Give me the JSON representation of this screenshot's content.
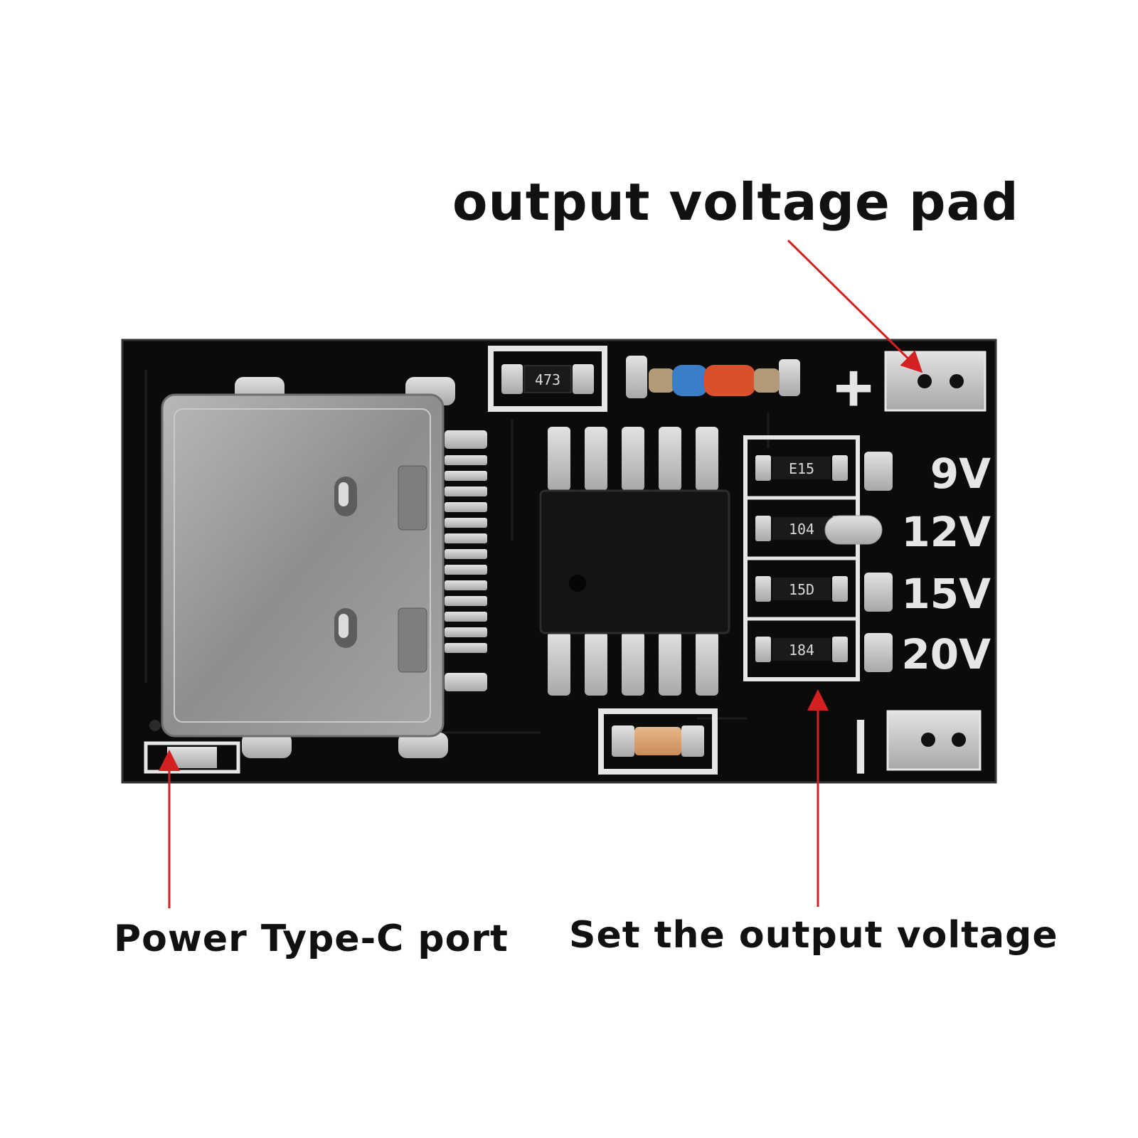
{
  "callouts": {
    "output_pad": "output voltage pad",
    "type_c": "Power Type-C port",
    "set_voltage": "Set the output voltage"
  },
  "board": {
    "silkscreen_plus": "+",
    "silkscreen_minus": "|",
    "voltage_options": [
      "9V",
      "12V",
      "15V",
      "20V"
    ],
    "resistor_r1_code": "473",
    "resistor_codes": [
      "E15",
      "104",
      "15D",
      "184"
    ]
  },
  "colors": {
    "pcb": "#0b0b0b",
    "silkscreen": "#e6e6e6",
    "solder": "#c8c8c8",
    "arrow": "#d42020"
  }
}
